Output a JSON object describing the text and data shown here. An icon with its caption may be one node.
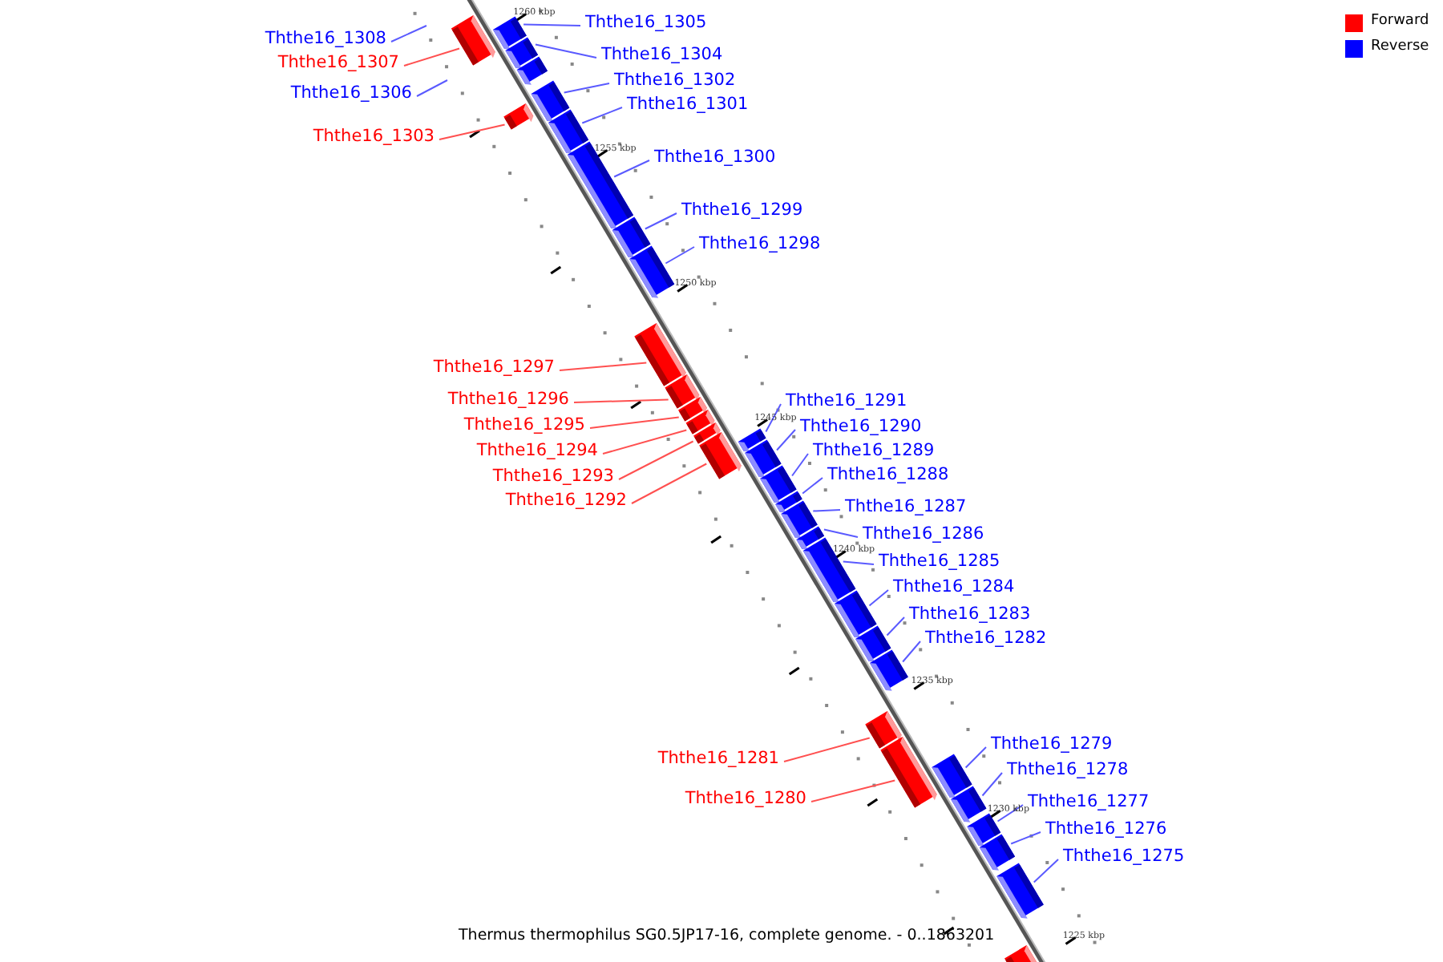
{
  "diagram": {
    "caption": "Thermus thermophilus SG0.5JP17-16, complete genome. - 0..1863201",
    "nodes": [
      {
        "text": [
          "Ththe16_1308"
        ]
      },
      {
        "text": [
          "Ththe16_1307"
        ]
      },
      {
        "text": [],
        "shape": "bar"
      },
      {
        "text": [
          "Ththe16_1305"
        ]
      },
      {
        "text": [],
        "shape": "bar"
      },
      {
        "text": [
          "Ththe16_1306"
        ]
      },
      {
        "text": [
          "Ththe16_1304"
        ]
      },
      {
        "text": [],
        "shape": "bar"
      },
      {
        "text": [],
        "shape": "bar"
      },
      {
        "text": [
          "Ththe16_1302"
        ]
      },
      {
        "text": [],
        "shape": "bar"
      },
      {
        "text": [
          "Ththe16_1303"
        ]
      },
      {
        "text": [],
        "shape": "bar"
      },
      {
        "text": [
          "Ththe16_1301"
        ]
      },
      {
        "text": [],
        "shape": "bar"
      },
      {
        "text": [
          "Ththe16_1300"
        ]
      },
      {
        "text": [],
        "shape": "bar"
      },
      {
        "text": [
          "Ththe16_1299"
        ]
      },
      {
        "text": [],
        "shape": "bar"
      },
      {
        "text": [
          "Ththe16_1298"
        ]
      },
      {
        "text": [],
        "shape": "bar"
      },
      {
        "text": [
          "Ththe16_1297"
        ]
      },
      {
        "text": [],
        "shape": "bar"
      },
      {
        "text": [
          "Ththe16_1296"
        ]
      },
      {
        "text": [],
        "shape": "bar"
      },
      {
        "text": [
          "Ththe16_1291"
        ]
      },
      {
        "text": [
          "Ththe16_1295"
        ]
      },
      {
        "text": [],
        "shape": "bar"
      },
      {
        "text": [
          "Ththe16_1290"
        ]
      },
      {
        "text": [
          "Ththe16_1294"
        ]
      },
      {
        "text": [],
        "shape": "bar"
      },
      {
        "text": [
          "Ththe16_1289"
        ]
      },
      {
        "text": [
          "Ththe16_1293"
        ]
      },
      {
        "text": [],
        "shape": "bar"
      },
      {
        "text": [
          "Ththe16_1288"
        ]
      },
      {
        "text": [
          "Ththe16_1292"
        ]
      },
      {
        "text": [],
        "shape": "bar"
      },
      {
        "text": [],
        "shape": "bar"
      },
      {
        "text": [],
        "shape": "bar"
      },
      {
        "text": [],
        "shape": "bar"
      },
      {
        "text": [],
        "shape": "bar"
      },
      {
        "text": [
          "Ththe16_1287"
        ]
      },
      {
        "text": [],
        "shape": "bar"
      },
      {
        "text": [
          "Ththe16_1286"
        ]
      },
      {
        "text": [],
        "shape": "bar"
      },
      {
        "text": [
          "Ththe16_1285"
        ]
      },
      {
        "text": [],
        "shape": "bar"
      },
      {
        "text": [
          "Ththe16_1284"
        ]
      },
      {
        "text": [],
        "shape": "bar"
      },
      {
        "text": [
          "Ththe16_1283"
        ]
      },
      {
        "text": [],
        "shape": "bar"
      },
      {
        "text": [
          "Ththe16_1282"
        ]
      },
      {
        "text": [],
        "shape": "bar"
      },
      {
        "text": [],
        "shape": "bar"
      },
      {
        "text": [
          "Ththe16_1279"
        ]
      },
      {
        "text": [
          "Ththe16_1281"
        ]
      },
      {
        "text": [],
        "shape": "bar"
      },
      {
        "text": [
          "Ththe16_1278"
        ]
      },
      {
        "text": [
          "Ththe16_1280"
        ]
      },
      {
        "text": [],
        "shape": "bar"
      },
      {
        "text": [
          "Ththe16_1277"
        ]
      },
      {
        "text": [],
        "shape": "bar"
      },
      {
        "text": [
          "Ththe16_1276"
        ]
      },
      {
        "text": [],
        "shape": "bar"
      },
      {
        "text": [
          "Ththe16_1275"
        ]
      },
      {
        "text": [],
        "shape": "bar"
      },
      {
        "text": [],
        "shape": "bar"
      },
      {
        "text": [],
        "shape": "bar"
      }
    ],
    "edges": [
      {
        "from": 0,
        "to": null,
        "arrow": "none"
      },
      {
        "from": 1,
        "to": 2,
        "arrow": "none",
        "color": "#ff5050"
      },
      {
        "from": 3,
        "to": 4,
        "arrow": "none"
      },
      {
        "from": 5,
        "to": null,
        "arrow": "none"
      },
      {
        "from": 6,
        "to": 7,
        "arrow": "none"
      },
      {
        "from": 9,
        "to": 10,
        "arrow": "none"
      },
      {
        "from": 11,
        "to": 12,
        "arrow": "none",
        "color": "#ff5050"
      },
      {
        "from": 13,
        "to": 14,
        "arrow": "none"
      },
      {
        "from": 15,
        "to": 16,
        "arrow": "none"
      },
      {
        "from": 17,
        "to": 18,
        "arrow": "none"
      },
      {
        "from": 19,
        "to": 20,
        "arrow": "none"
      },
      {
        "from": 21,
        "to": 22,
        "arrow": "none",
        "color": "#ff5050"
      },
      {
        "from": 23,
        "to": 24,
        "arrow": "none",
        "color": "#ff5050"
      },
      {
        "from": 26,
        "to": 27,
        "arrow": "none",
        "color": "#ff5050"
      },
      {
        "from": 29,
        "to": 30,
        "arrow": "none",
        "color": "#ff5050"
      },
      {
        "from": 32,
        "to": 33,
        "arrow": "none",
        "color": "#ff5050"
      },
      {
        "from": 35,
        "to": 36,
        "arrow": "none",
        "color": "#ff5050"
      },
      {
        "from": 25,
        "to": 37,
        "arrow": "none"
      },
      {
        "from": 28,
        "to": 38,
        "arrow": "none"
      },
      {
        "from": 31,
        "to": 39,
        "arrow": "none"
      },
      {
        "from": 34,
        "to": 40,
        "arrow": "none"
      },
      {
        "from": 41,
        "to": 42,
        "arrow": "none"
      },
      {
        "from": 43,
        "to": 44,
        "arrow": "none"
      },
      {
        "from": 45,
        "to": 46,
        "arrow": "none"
      },
      {
        "from": 47,
        "to": 48,
        "arrow": "none"
      },
      {
        "from": 49,
        "to": 50,
        "arrow": "none"
      },
      {
        "from": 51,
        "to": 52,
        "arrow": "none"
      },
      {
        "from": 55,
        "to": 53,
        "arrow": "none",
        "color": "#ff5050"
      },
      {
        "from": 58,
        "to": 56,
        "arrow": "none",
        "color": "#ff5050"
      },
      {
        "from": 54,
        "to": 59,
        "arrow": "none"
      },
      {
        "from": 57,
        "to": 61,
        "arrow": "none"
      },
      {
        "from": 60,
        "to": 63,
        "arrow": "none"
      },
      {
        "from": 62,
        "to": 65,
        "arrow": "none"
      },
      {
        "from": 64,
        "to": 66,
        "arrow": "none"
      }
    ],
    "labels": [
      "1260 kbp",
      "1255 kbp",
      "1250 kbp",
      "1245 kbp",
      "1240 kbp",
      "1235 kbp",
      "1230 kbp",
      "1225 kbp"
    ],
    "legend": [
      {
        "text": "Forward",
        "color": "#ff0000"
      },
      {
        "text": "Reverse",
        "color": "#0000ff"
      }
    ]
  }
}
